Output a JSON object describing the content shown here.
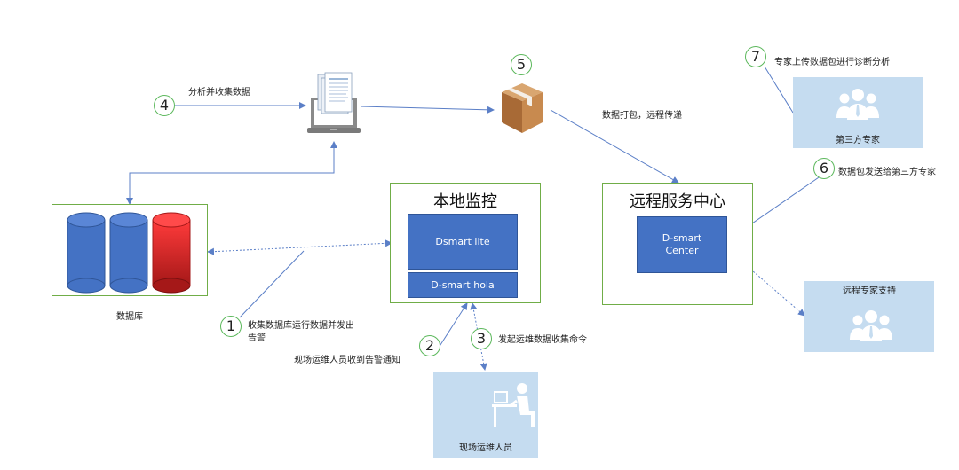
{
  "labels": {
    "analyze": "分析并收集数据",
    "pack": "数据打包，远程传递",
    "expert_upload": "专家上传数据包进行诊断分析",
    "send_third": "数据包发送给第三方专家",
    "collect_line1": "收集数据库运行数据并发出",
    "collect_line2": "告警",
    "onsite_notice": "现场运维人员收到告警通知",
    "issue_cmd": "发起运维数据收集命令"
  },
  "numbers": {
    "n1": "1",
    "n2": "2",
    "n3": "3",
    "n4": "4",
    "n5": "5",
    "n6": "6",
    "n7": "7"
  },
  "database": {
    "caption": "数据库"
  },
  "local": {
    "title": "本地监控",
    "lite": "Dsmart lite",
    "hola": "D-smart hola"
  },
  "remote": {
    "title": "远程服务中心",
    "center": "D-smart\nCenter"
  },
  "third_party": {
    "caption": "第三方专家"
  },
  "remote_expert": {
    "caption": "远程专家支持"
  },
  "onsite": {
    "caption": "现场运维人员"
  },
  "colors": {
    "green_border": "#70ad47",
    "blue_block": "#4472c4",
    "light_blue": "#c5dcf0",
    "red_cyl": "#e03030"
  }
}
